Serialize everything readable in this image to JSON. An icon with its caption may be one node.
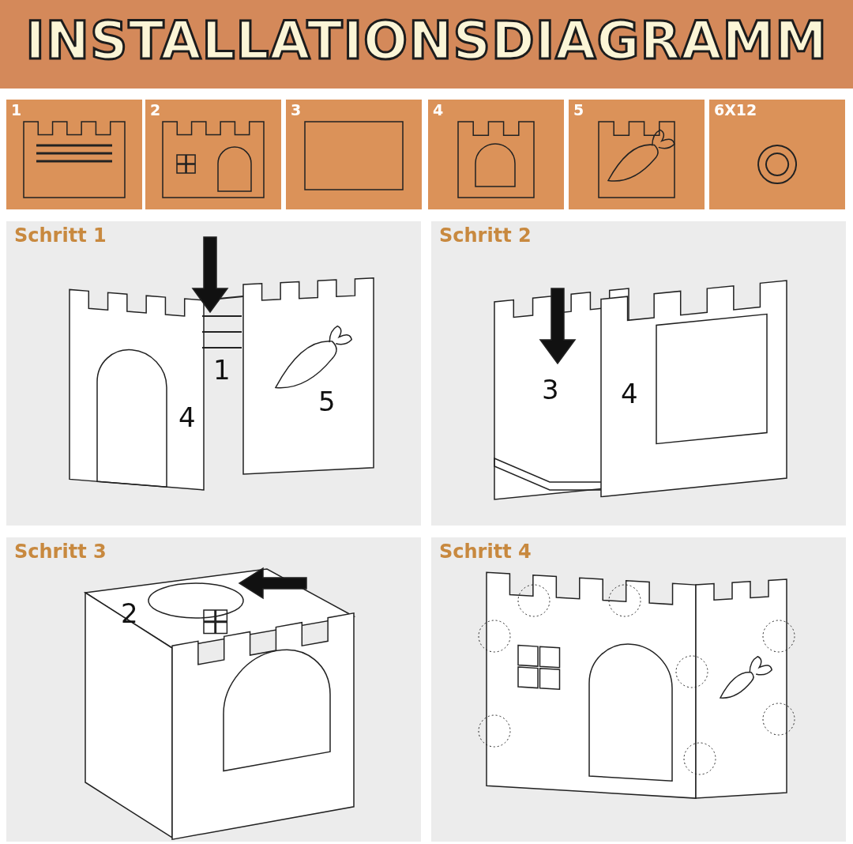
{
  "diagram": {
    "title": "INSTALLATIONSDIAGRAMM",
    "nodes": [
      {
        "text": [
          "1"
        ]
      },
      {
        "text": [
          "2"
        ]
      },
      {
        "text": [
          "3"
        ]
      },
      {
        "text": [
          "4"
        ]
      },
      {
        "text": [
          "5"
        ]
      },
      {
        "text": [
          "6X12"
        ]
      },
      {
        "text": [
          "Schritt 1"
        ]
      },
      {
        "text": [
          "Schritt 2"
        ]
      },
      {
        "text": [
          "Schritt 3"
        ]
      },
      {
        "text": [
          "Schritt 4"
        ]
      }
    ],
    "edges": [],
    "labels": [
      "1",
      "5",
      "4",
      "4",
      "3",
      "2"
    ]
  }
}
